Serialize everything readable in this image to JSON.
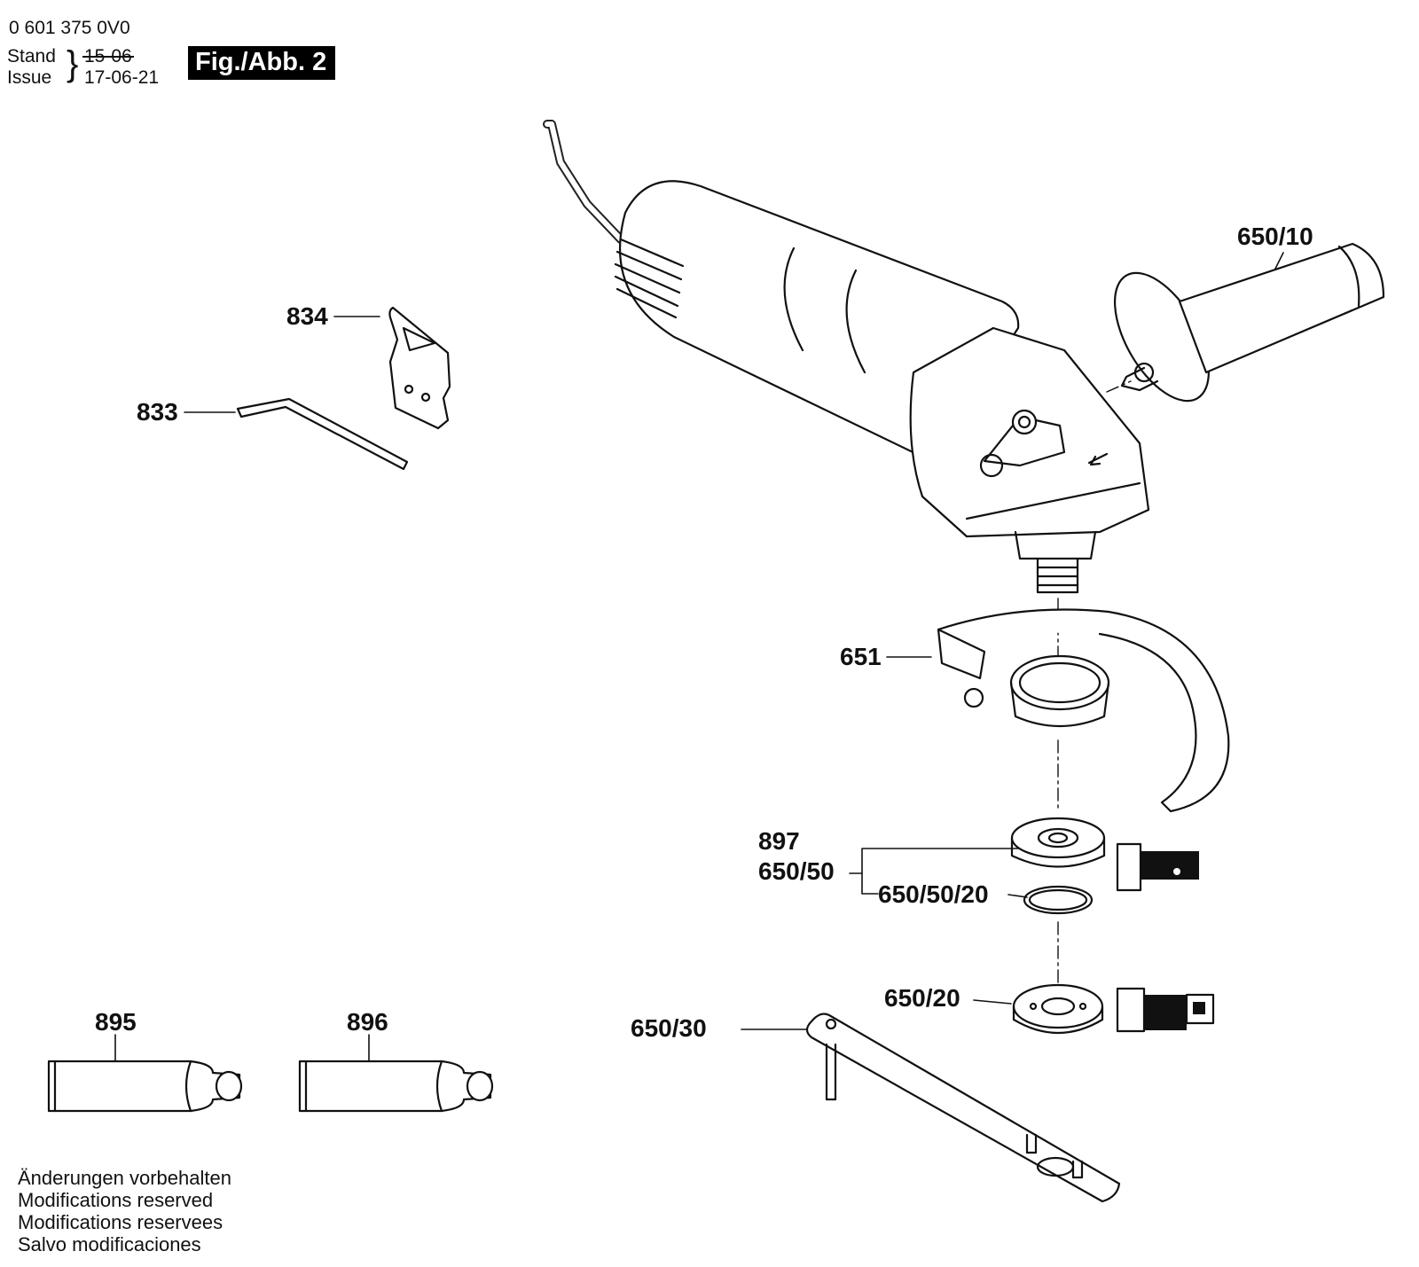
{
  "header": {
    "doc_number": "0 601 375 0V0",
    "stand_label": "Stand",
    "issue_label": "Issue",
    "old_date": "15-06",
    "issue_date": "17-06-21",
    "figure_label": "Fig./Abb. 2"
  },
  "parts": {
    "p834": "834",
    "p833": "833",
    "p650_10": "650/10",
    "p651": "651",
    "p897": "897",
    "p650_50": "650/50",
    "p650_50_20": "650/50/20",
    "p650_20": "650/20",
    "p650_30": "650/30",
    "p895": "895",
    "p896": "896"
  },
  "notes": [
    "Änderungen vorbehalten",
    "Modifications reserved",
    "Modifications reservees",
    "Salvo modificaciones"
  ]
}
